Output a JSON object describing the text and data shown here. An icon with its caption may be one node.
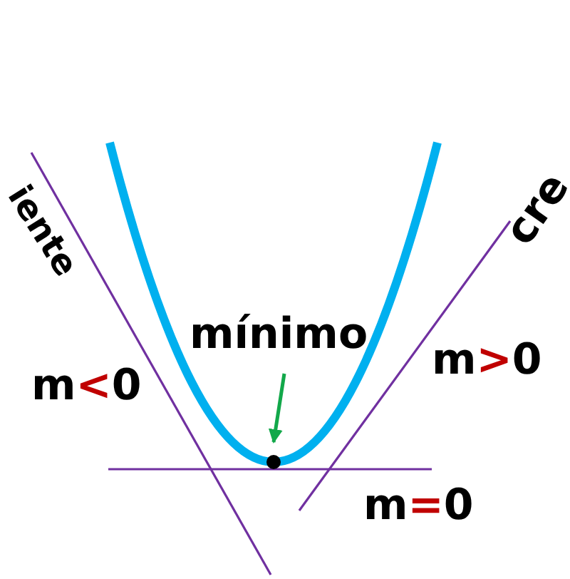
{
  "diagram": {
    "nodes": [
      {
        "text": [
          "mínimo"
        ]
      },
      {
        "text": [],
        "shape": "circle"
      }
    ],
    "edges": [
      {
        "from": 0,
        "to": 1,
        "arrow": "to",
        "color": "#12a84a"
      }
    ],
    "labels": [
      "iente",
      "cre",
      "m<0",
      "m>0",
      "m=0"
    ]
  }
}
